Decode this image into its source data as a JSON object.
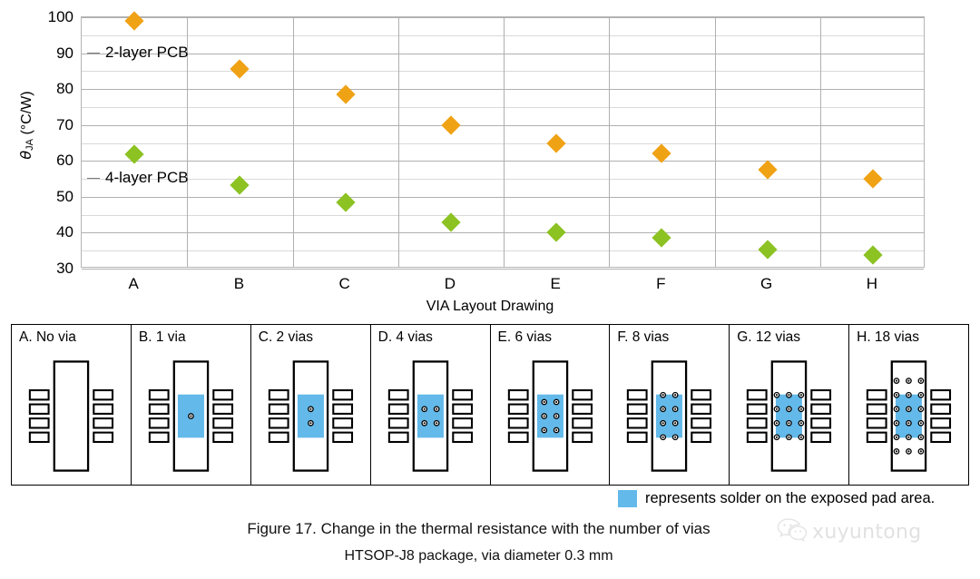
{
  "chart_data": {
    "type": "scatter",
    "title": "",
    "xlabel": "VIA Layout Drawing",
    "ylabel": "θJA (°C/W)",
    "categories": [
      "A",
      "B",
      "C",
      "D",
      "E",
      "F",
      "G",
      "H"
    ],
    "ylim": [
      30,
      100
    ],
    "yticks": [
      30,
      40,
      50,
      60,
      70,
      80,
      90,
      100
    ],
    "minor_grid_step": 5,
    "grid": true,
    "legend_position": "inline-annotation",
    "series": [
      {
        "name": "2-layer PCB",
        "color": "#f0a215",
        "marker": "diamond",
        "values": [
          99.0,
          85.5,
          78.5,
          70.0,
          65.0,
          62.0,
          57.5,
          55.0
        ]
      },
      {
        "name": "4-layer PCB",
        "color": "#8cc222",
        "marker": "diamond",
        "values": [
          61.8,
          53.3,
          48.5,
          43.0,
          40.0,
          38.5,
          35.3,
          33.8
        ]
      }
    ],
    "annotations": [
      {
        "text": "2-layer PCB",
        "x_cat": "A",
        "y": 90
      },
      {
        "text": "4-layer PCB",
        "x_cat": "A",
        "y": 55
      }
    ]
  },
  "axis": {
    "y_label_theta": "θ",
    "y_label_sub": "JA",
    "y_label_unit": " (°C/W)",
    "y_tick_labels": [
      "100",
      "90",
      "80",
      "70",
      "60",
      "50",
      "40",
      "30"
    ],
    "x_tick_labels": [
      "A",
      "B",
      "C",
      "D",
      "E",
      "F",
      "G",
      "H"
    ],
    "x_title": "VIA Layout Drawing"
  },
  "panels": [
    {
      "id": "A",
      "title": "A. No via",
      "vias": 0,
      "cols": 0,
      "rows": 0,
      "pad": false
    },
    {
      "id": "B",
      "title": "B. 1 via",
      "vias": 1,
      "cols": 1,
      "rows": 1,
      "pad": true
    },
    {
      "id": "C",
      "title": "C. 2 vias",
      "vias": 2,
      "cols": 1,
      "rows": 2,
      "pad": true
    },
    {
      "id": "D",
      "title": "D. 4 vias",
      "vias": 4,
      "cols": 2,
      "rows": 2,
      "pad": true
    },
    {
      "id": "E",
      "title": "E. 6 vias",
      "vias": 6,
      "cols": 2,
      "rows": 3,
      "pad": true
    },
    {
      "id": "F",
      "title": "F. 8 vias",
      "vias": 8,
      "cols": 2,
      "rows": 4,
      "pad": true
    },
    {
      "id": "G",
      "title": "G. 12 vias",
      "vias": 12,
      "cols": 3,
      "rows": 4,
      "pad": true
    },
    {
      "id": "H",
      "title": "H. 18 vias",
      "vias": 18,
      "cols": 3,
      "rows": 6,
      "pad": true
    }
  ],
  "legend": {
    "swatch_color": "#63b9e9",
    "text": "represents solder on the exposed pad area."
  },
  "caption": {
    "line1": "Figure 17. Change in the thermal resistance with the number of vias",
    "line2": "HTSOP-J8 package, via diameter 0.3 mm"
  },
  "watermark": {
    "text": "xuyuntong",
    "icon": "wechat-icon"
  },
  "colors": {
    "series_2layer": "#f0a215",
    "series_4layer": "#8cc222",
    "solder": "#63b9e9",
    "grid_major": "#b0b0b0",
    "grid_minor": "#d9d9d9"
  }
}
